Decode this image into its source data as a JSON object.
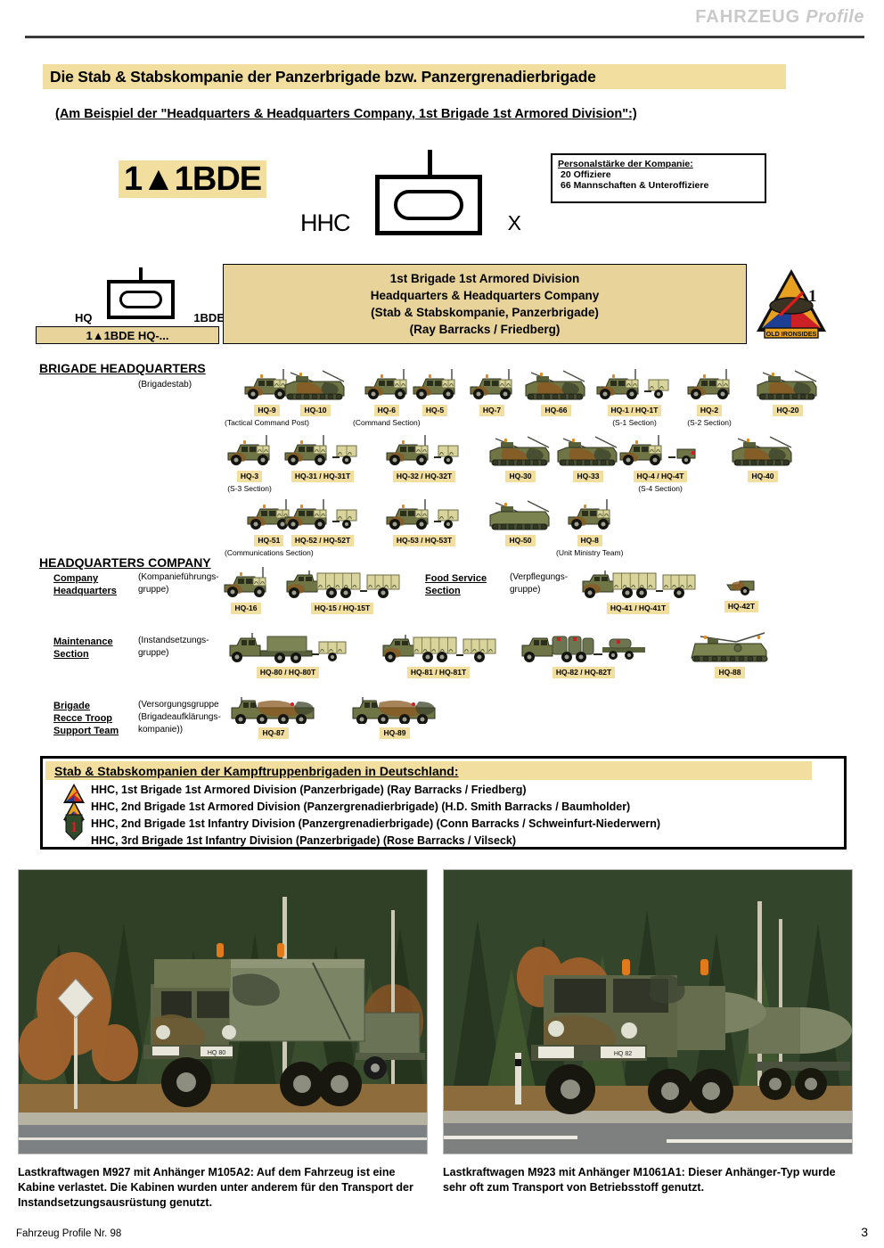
{
  "masthead": {
    "brand": "FAHRZEUG",
    "sub": "Profile"
  },
  "title": "Die Stab & Stabskompanie der Panzerbrigade bzw. Panzergrenadierbrigade",
  "subtitle": "(Am Beispiel der \"Headquarters & Headquarters Company, 1st Brigade 1st Armored Division\":)",
  "badge": "1▲1BDE",
  "symbol": {
    "left_label": "HHC",
    "right_label": "X"
  },
  "personnel": {
    "header": "Personalstärke der Kompanie:",
    "line1": "20 Offiziere",
    "line2": "66 Mannschaften & Unteroffiziere"
  },
  "unit_symbol": {
    "left": "HQ",
    "right": "1BDE",
    "band": "1▲1BDE  HQ-..."
  },
  "unit_band": {
    "l1": "1st Brigade 1st Armored Division",
    "l2": "Headquarters & Headquarters Company",
    "l3": "(Stab & Stabskompanie, Panzerbrigade)",
    "l4": "(Ray Barracks / Friedberg)"
  },
  "patch": {
    "number": "1",
    "motto": "OLD IRONSIDES"
  },
  "sections": {
    "brigade_hq": {
      "title": "BRIGADE HEADQUARTERS",
      "german": "(Brigadestab)"
    },
    "hq_company": {
      "title": "HEADQUARTERS COMPANY"
    },
    "company_hq": {
      "l1": "Company",
      "l2": "Headquarters",
      "german1": "(Kompanieführungs-",
      "german2": "gruppe)"
    },
    "food_service": {
      "l1": "Food Service",
      "l2": "Section",
      "german1": "(Verpflegungs-",
      "german2": "gruppe)"
    },
    "maintenance": {
      "l1": "Maintenance",
      "l2": "Section",
      "german1": "(Instandsetzungs-",
      "german2": "gruppe)"
    },
    "recce": {
      "l1": "Brigade",
      "l2": "Recce Troop",
      "l3": "Support Team",
      "german1": "(Versorgungsgruppe",
      "german2": "(Brigadeaufklärungs-",
      "german3": "kompanie))"
    }
  },
  "vehicles": {
    "row1": [
      {
        "tag": "HQ-9",
        "note": "(Tactical Command Post)",
        "type": "humvee"
      },
      {
        "tag": "HQ-10",
        "note": "",
        "type": "m577"
      },
      {
        "tag": "HQ-6",
        "note": "(Command Section)",
        "type": "humvee"
      },
      {
        "tag": "HQ-5",
        "note": "",
        "type": "humvee"
      },
      {
        "tag": "HQ-7",
        "note": "",
        "type": "humvee"
      },
      {
        "tag": "HQ-66",
        "note": "",
        "type": "m577"
      },
      {
        "tag": "HQ-1 / HQ-1T",
        "note": "(S-1 Section)",
        "type": "humvee_trailer"
      },
      {
        "tag": "HQ-2",
        "note": "(S-2 Section)",
        "type": "humvee"
      },
      {
        "tag": "HQ-20",
        "note": "",
        "type": "m577"
      }
    ],
    "row2": [
      {
        "tag": "HQ-3",
        "note": "(S-3 Section)",
        "type": "humvee"
      },
      {
        "tag": "HQ-31 / HQ-31T",
        "note": "",
        "type": "humvee_trailer"
      },
      {
        "tag": "HQ-32 / HQ-32T",
        "note": "",
        "type": "humvee_trailer"
      },
      {
        "tag": "HQ-30",
        "note": "",
        "type": "m577"
      },
      {
        "tag": "HQ-33",
        "note": "",
        "type": "m577"
      },
      {
        "tag": "HQ-4 / HQ-4T",
        "note": "(S-4 Section)",
        "type": "humvee_gen"
      },
      {
        "tag": "HQ-40",
        "note": "",
        "type": "m577"
      }
    ],
    "row3": [
      {
        "tag": "HQ-51",
        "note": "(Communications Section)",
        "type": "humvee"
      },
      {
        "tag": "HQ-52 / HQ-52T",
        "note": "",
        "type": "humvee_trailer"
      },
      {
        "tag": "HQ-53 / HQ-53T",
        "note": "",
        "type": "humvee_trailer"
      },
      {
        "tag": "HQ-50",
        "note": "",
        "type": "m577_plain"
      },
      {
        "tag": "HQ-8",
        "note": "(Unit Ministry Team)",
        "type": "humvee"
      }
    ],
    "company_hq_row": [
      {
        "tag": "HQ-16",
        "note": "",
        "type": "humvee"
      },
      {
        "tag": "HQ-15 / HQ-15T",
        "note": "",
        "type": "truck_trailer"
      }
    ],
    "food_row": [
      {
        "tag": "HQ-41 / HQ-41T",
        "note": "",
        "type": "truck_trailer"
      },
      {
        "tag": "HQ-42T",
        "note": "",
        "type": "small_trailer"
      }
    ],
    "maint_row": [
      {
        "tag": "HQ-80 / HQ-80T",
        "note": "",
        "type": "flatbed_trailer"
      },
      {
        "tag": "HQ-81 / HQ-81T",
        "note": "",
        "type": "truck_trailer"
      },
      {
        "tag": "HQ-82 / HQ-82T",
        "note": "",
        "type": "tanker_trailer"
      },
      {
        "tag": "HQ-88",
        "note": "",
        "type": "m88"
      }
    ],
    "recce_row": [
      {
        "tag": "HQ-87",
        "note": "",
        "type": "hemtt"
      },
      {
        "tag": "HQ-89",
        "note": "",
        "type": "hemtt"
      }
    ]
  },
  "list_box": {
    "title": "Stab & Stabskompanien der Kampftruppenbrigaden in Deutschland:",
    "rows": [
      "HHC, 1st Brigade 1st Armored Division (Panzerbrigade) (Ray Barracks / Friedberg)",
      "HHC, 2nd Brigade 1st Armored Division (Panzergrenadierbrigade) (H.D. Smith Barracks / Baumholder)",
      "HHC, 2nd Brigade 1st Infantry Division (Panzergrenadierbrigade) (Conn Barracks / Schweinfurt-Niederwern)",
      "HHC, 3rd Brigade 1st Infantry Division (Panzerbrigade) (Rose Barracks / Vilseck)"
    ]
  },
  "captions": {
    "left": "Lastkraftwagen M927 mit Anhänger M105A2: Auf dem Fahrzeug ist eine Kabine verlastet. Die Kabinen wurden unter anderem für den Transport der Instandsetzungsausrüstung genutzt.",
    "right": "Lastkraftwagen M923 mit Anhänger M1061A1: Dieser Anhänger-Typ wurde sehr oft zum Transport von Betriebsstoff genutzt."
  },
  "footer": {
    "left": "Fahrzeug Profile Nr. 98",
    "page": "3"
  },
  "colors": {
    "band": "#e8d49b",
    "tag": "#f2dfa0",
    "title_band": "#f2dfa0",
    "olive": "#6b7144"
  }
}
